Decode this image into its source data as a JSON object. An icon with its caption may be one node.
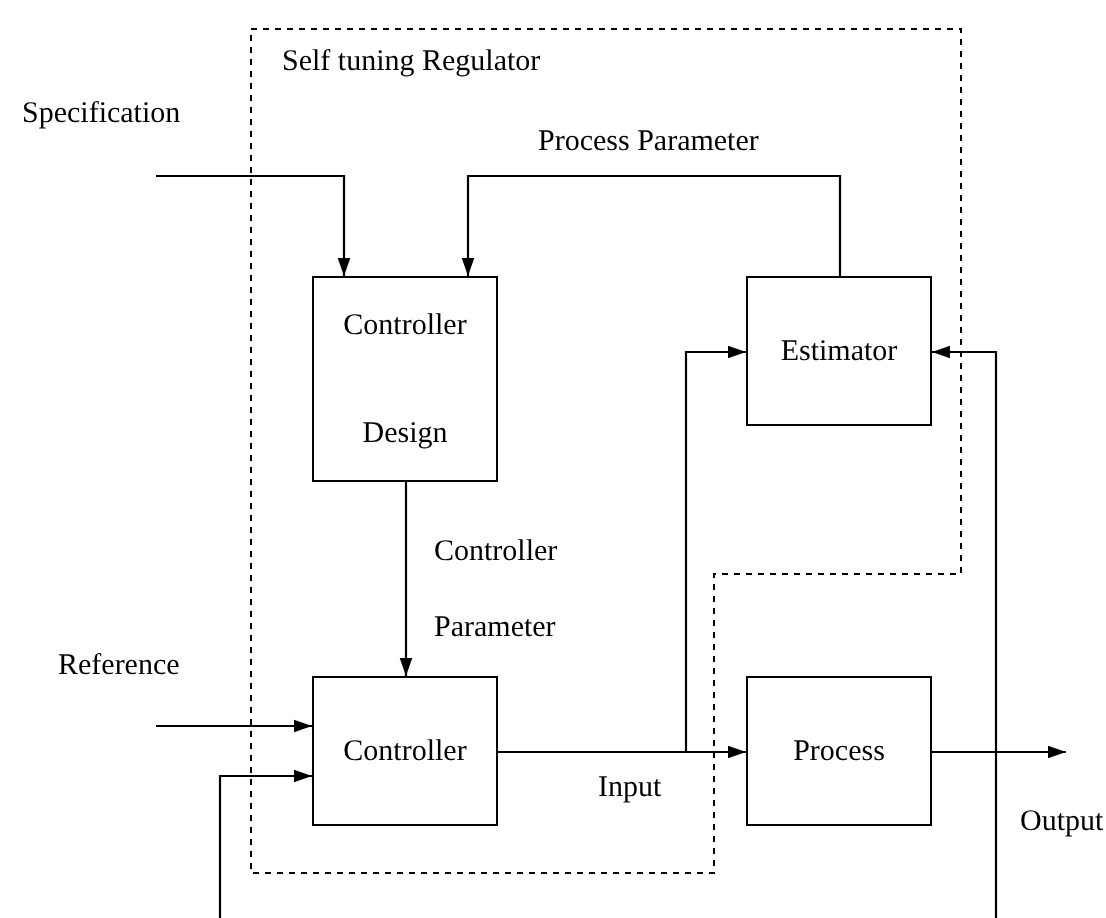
{
  "diagram": {
    "nodes": [
      {
        "text": [
          "Self tuning Regulator"
        ]
      },
      {
        "text": [
          "Controller Design"
        ],
        "in": 0
      },
      {
        "text": [
          "Estimator"
        ],
        "in": 0
      },
      {
        "text": [
          "Controller"
        ],
        "in": 0
      },
      {
        "text": [
          "Process"
        ]
      }
    ],
    "edges": [
      {
        "from": null,
        "to": 1,
        "arrow": "to",
        "label": "Specification"
      },
      {
        "from": 2,
        "to": 1,
        "arrow": "to",
        "label": "Process Parameter"
      },
      {
        "from": 1,
        "to": 3,
        "arrow": "to",
        "label": "Controller Parameter"
      },
      {
        "from": null,
        "to": 3,
        "arrow": "to",
        "label": "Reference"
      },
      {
        "from": null,
        "to": 3,
        "arrow": "to"
      },
      {
        "from": 3,
        "to": 4,
        "arrow": "to",
        "label": "Input"
      },
      {
        "from": 3,
        "to": 2,
        "arrow": "to"
      },
      {
        "from": null,
        "to": 2,
        "arrow": "to"
      },
      {
        "from": 4,
        "to": null,
        "arrow": "to",
        "label": "Output"
      }
    ]
  }
}
